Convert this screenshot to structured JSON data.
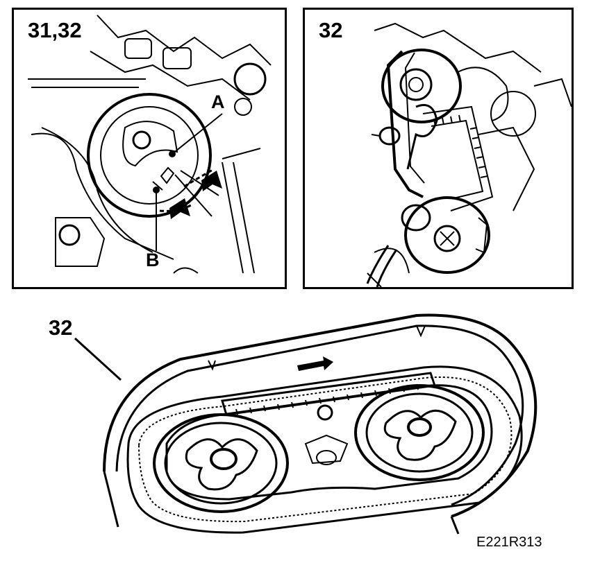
{
  "panels": {
    "detail": {
      "step_label": "31,32",
      "point_a": "A",
      "point_b": "B"
    },
    "tensioner": {
      "step_label": "32"
    },
    "belt": {
      "step_label": "32"
    }
  },
  "figure_ref": "E221R313",
  "colors": {
    "ink": "#000000",
    "paper": "#ffffff"
  }
}
